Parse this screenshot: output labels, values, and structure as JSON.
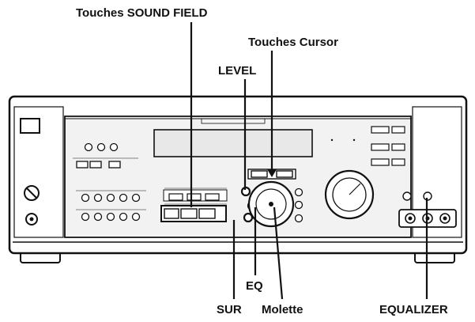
{
  "callouts": {
    "sound_field": "Touches SOUND FIELD",
    "cursor": "Touches Cursor",
    "level": "LEVEL",
    "eq": "EQ",
    "sur": "SUR",
    "molette": "Molette",
    "equalizer": "EQUALIZER"
  },
  "colors": {
    "ink": "#111111",
    "device_fill": "#ffffff",
    "panel_fill": "#f2f2f2",
    "display_fill": "#e8e8e8"
  },
  "icons": {
    "speaker_selector": "rotary-knob-icon",
    "master_volume": "large-knob-icon",
    "jog_dial": "dial-icon"
  }
}
